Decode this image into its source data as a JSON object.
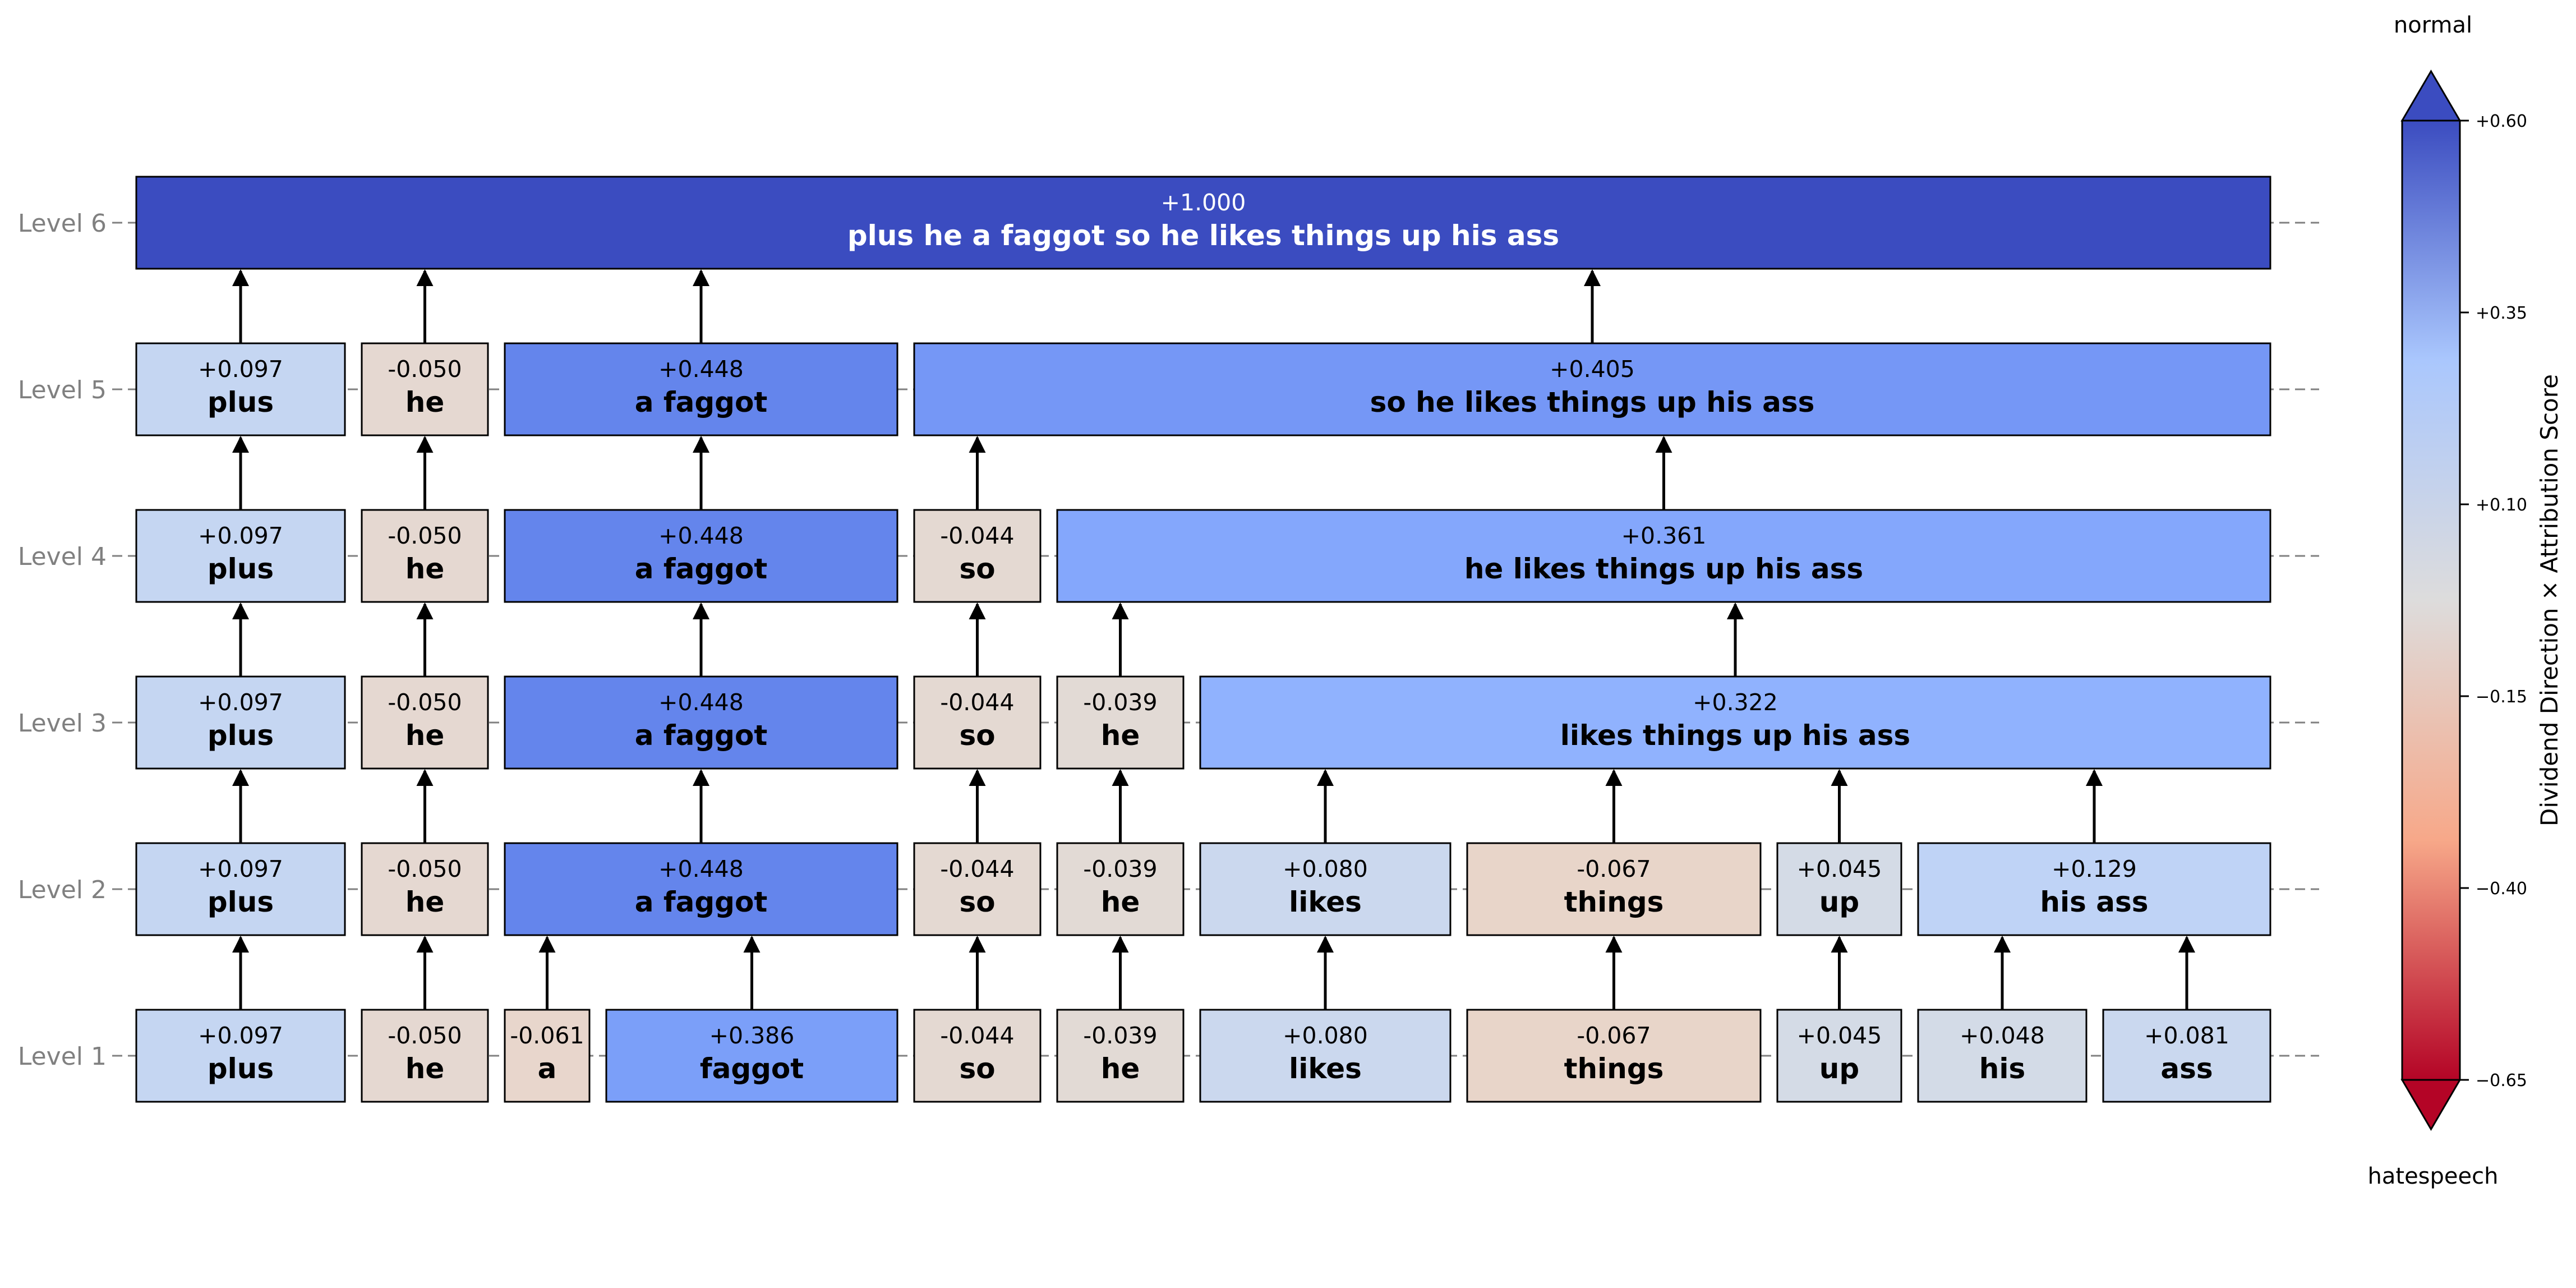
{
  "levels": [
    {
      "label": "Level 1",
      "nodes": [
        {
          "text": "plus",
          "score": "+0.097",
          "color": "#c5d6f2"
        },
        {
          "text": "he",
          "score": "-0.050",
          "color": "#e5d8d1"
        },
        {
          "text": "a",
          "score": "-0.061",
          "color": "#e8d6cc"
        },
        {
          "text": "faggot",
          "score": "+0.386",
          "color": "#7b9ff9"
        },
        {
          "text": "so",
          "score": "-0.044",
          "color": "#e4d9d2"
        },
        {
          "text": "he",
          "score": "-0.039",
          "color": "#e2dad5"
        },
        {
          "text": "likes",
          "score": "+0.080",
          "color": "#cbd8ee"
        },
        {
          "text": "things",
          "score": "-0.067",
          "color": "#e8d5c9"
        },
        {
          "text": "up",
          "score": "+0.045",
          "color": "#d4dbe6"
        },
        {
          "text": "his",
          "score": "+0.048",
          "color": "#d3dbe7"
        },
        {
          "text": "ass",
          "score": "+0.081",
          "color": "#cad8ef"
        }
      ]
    },
    {
      "label": "Level 2",
      "nodes": [
        {
          "text": "plus",
          "score": "+0.097",
          "color": "#c5d6f2"
        },
        {
          "text": "he",
          "score": "-0.050",
          "color": "#e5d8d1"
        },
        {
          "text": "a faggot",
          "score": "+0.448",
          "color": "#6485ec"
        },
        {
          "text": "so",
          "score": "-0.044",
          "color": "#e4d9d2"
        },
        {
          "text": "he",
          "score": "-0.039",
          "color": "#e2dad5"
        },
        {
          "text": "likes",
          "score": "+0.080",
          "color": "#cbd8ee"
        },
        {
          "text": "things",
          "score": "-0.067",
          "color": "#e8d5c9"
        },
        {
          "text": "up",
          "score": "+0.045",
          "color": "#d4dbe6"
        },
        {
          "text": "his ass",
          "score": "+0.129",
          "color": "#bfd3f6"
        }
      ]
    },
    {
      "label": "Level 3",
      "nodes": [
        {
          "text": "plus",
          "score": "+0.097",
          "color": "#c5d6f2"
        },
        {
          "text": "he",
          "score": "-0.050",
          "color": "#e5d8d1"
        },
        {
          "text": "a faggot",
          "score": "+0.448",
          "color": "#6485ec"
        },
        {
          "text": "so",
          "score": "-0.044",
          "color": "#e4d9d2"
        },
        {
          "text": "he",
          "score": "-0.039",
          "color": "#e2dad5"
        },
        {
          "text": "likes things up his ass",
          "score": "+0.322",
          "color": "#90b2fe"
        }
      ]
    },
    {
      "label": "Level 4",
      "nodes": [
        {
          "text": "plus",
          "score": "+0.097",
          "color": "#c5d6f2"
        },
        {
          "text": "he",
          "score": "-0.050",
          "color": "#e5d8d1"
        },
        {
          "text": "a faggot",
          "score": "+0.448",
          "color": "#6485ec"
        },
        {
          "text": "so",
          "score": "-0.044",
          "color": "#e4d9d2"
        },
        {
          "text": "he likes things up his ass",
          "score": "+0.361",
          "color": "#84a7fc"
        }
      ]
    },
    {
      "label": "Level 5",
      "nodes": [
        {
          "text": "plus",
          "score": "+0.097",
          "color": "#c5d6f2"
        },
        {
          "text": "he",
          "score": "-0.050",
          "color": "#e5d8d1"
        },
        {
          "text": "a faggot",
          "score": "+0.448",
          "color": "#6485ec"
        },
        {
          "text": "so he likes things up his ass",
          "score": "+0.405",
          "color": "#7597f6"
        }
      ]
    },
    {
      "label": "Level 6",
      "nodes": [
        {
          "text": "plus he a faggot so he likes things up his ass",
          "score": "+1.000",
          "color": "#3b4cc0"
        }
      ]
    }
  ],
  "colorbar": {
    "label": "Dividend Direction × Attribution Score",
    "top_label": "normal",
    "bottom_label": "hatespeech",
    "ticks": [
      "+0.60",
      "+0.35",
      "+0.10",
      "−0.15",
      "−0.40",
      "−0.65"
    ],
    "range": [
      -0.65,
      0.6
    ],
    "stops": [
      "#b40426",
      "#f7a889",
      "#dddcdc",
      "#aac7fd",
      "#3b4cc0"
    ]
  }
}
